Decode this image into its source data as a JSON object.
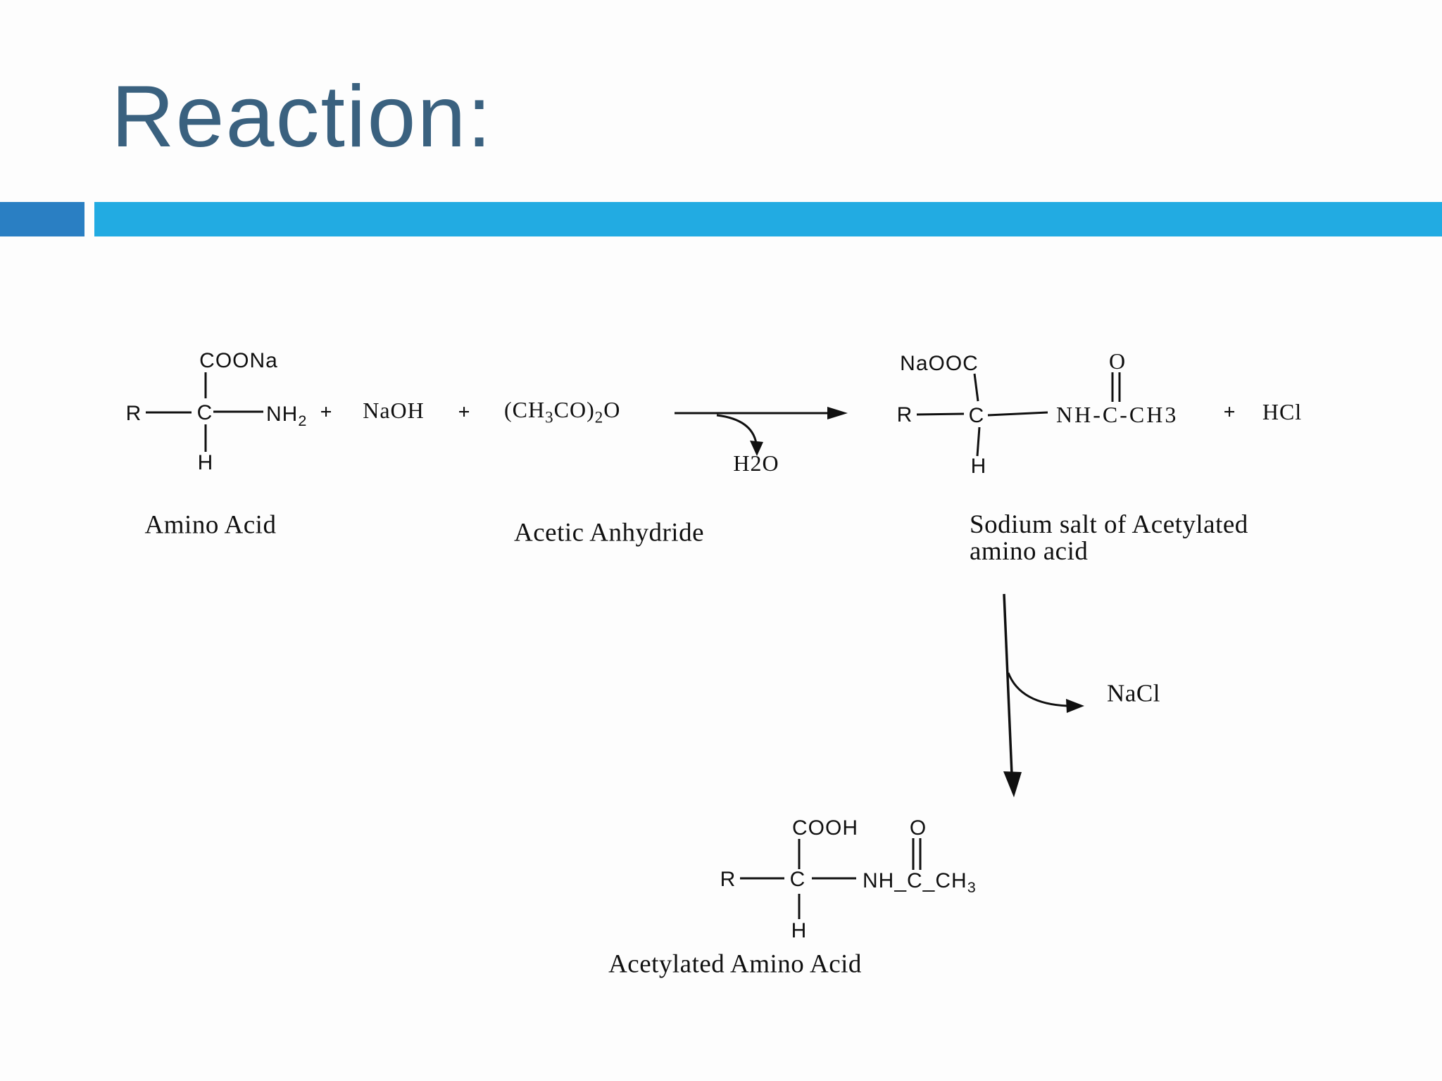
{
  "title": "Reaction:",
  "colors": {
    "title": "#3a617f",
    "bar_dark": "#2a7fc3",
    "bar_light": "#22abe2",
    "ink": "#101010",
    "background": "#fdfdfd"
  },
  "s1": {
    "coona": "COONa",
    "r": "R",
    "c": "C",
    "nh": "NH",
    "nh_sub": "2",
    "plus": "+",
    "h": "H",
    "label": "Amino Acid"
  },
  "mid": {
    "naoh": "NaOH",
    "plus": "+",
    "an_p1": "(CH",
    "an_s1": "3",
    "an_p2": "CO)",
    "an_s2": "2",
    "an_p3": "O",
    "an_label": "Acetic Anhydride",
    "h2o": "H2O"
  },
  "s2": {
    "naooc": "NaOOC",
    "r": "R",
    "c": "C",
    "amide": "NH-C-CH3",
    "o": "O",
    "h": "H",
    "plus": "+",
    "hcl": "HCl",
    "label_line1": "Sodium salt of Acetylated",
    "label_line2": "amino acid"
  },
  "step2": {
    "nacl": "NaCl"
  },
  "s3": {
    "cooh": "COOH",
    "o": "O",
    "r": "R",
    "c": "C",
    "amide": "NH_C_CH",
    "amide_sub": "3",
    "h": "H",
    "label": "Acetylated Amino Acid"
  }
}
